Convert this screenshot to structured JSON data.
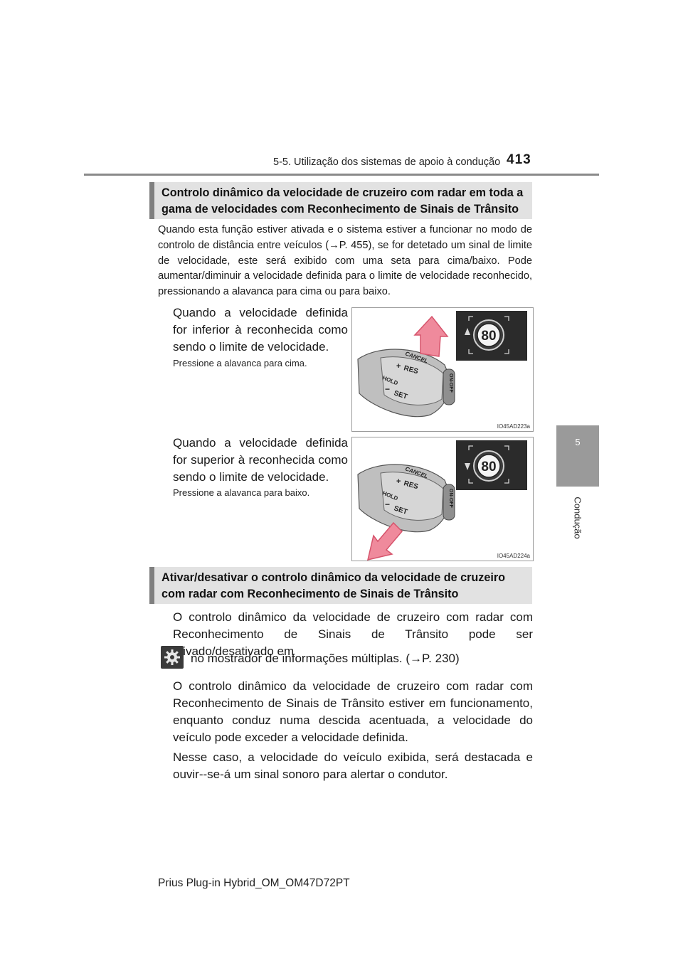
{
  "header": {
    "section": "5-5. Utilização dos sistemas de apoio à condução",
    "page_number": "413"
  },
  "side_tab": {
    "chapter_number": "5",
    "chapter_label": "Condução"
  },
  "section1": {
    "title": "Controlo dinâmico da velocidade de cruzeiro com radar em toda a gama de velocidades com Reconhecimento de Sinais de Trânsito",
    "body": "Quando esta função estiver ativada e o sistema estiver a funcionar no modo de controlo de distância entre veículos (→P. 455), se for detetado um sinal de limite de velocidade, este será exibido com uma seta para cima/baixo. Pode aumentar/diminuir a velocidade definida para o limite de velocidade reconhecido, pressionando a alavanca para cima ou para baixo.",
    "case1": {
      "text": "Quando a velocidade definida for inferior à reconhecida como sendo o limite de velocidade.",
      "caption": "Pressione a alavanca para cima.",
      "figure_id": "IO45AD223a",
      "speed": "80"
    },
    "case2": {
      "text": "Quando a velocidade definida for superior à reconhecida como sendo o limite de velocidade.",
      "caption": "Pressione a alavanca para baixo.",
      "figure_id": "IO45AD224a",
      "speed": "80"
    }
  },
  "lever_labels": {
    "cancel": "CANCEL",
    "res": "RES",
    "hold": "HOLD",
    "set": "SET",
    "onoff": "ON-OFF",
    "plus": "+",
    "minus": "−"
  },
  "section2": {
    "title": "Ativar/desativar o controlo dinâmico da velocidade de cruzeiro com radar com Reconhecimento de Sinais de Trânsito",
    "para1_line1": "O controlo dinâmico da velocidade de cruzeiro com radar com Reconhecimento de Sinais de Trânsito pode ser ativado/desativado em",
    "para1_line2": "no mostrador de informações múltiplas. (→P. 230)",
    "para1_icon": "gear-icon",
    "para2": "O controlo dinâmico da velocidade de cruzeiro com radar com Reconhecimento de Sinais de Trânsito estiver em funcionamento, enquanto conduz numa descida acentuada, a velocidade do veículo pode exceder a velocidade definida.",
    "para3": "Nesse caso, a velocidade do veículo exibida, será destacada e ouvir--se-á um sinal sonoro para alertar o condutor."
  },
  "footer": {
    "text": "Prius Plug-in Hybrid_OM_OM47D72PT"
  },
  "colors": {
    "tab": "#9a9a9a",
    "section_bar": "#e2e2e2",
    "section_border": "#7f7f7f",
    "arrow": "#e8637a",
    "display_bg": "#2b2b2b"
  }
}
